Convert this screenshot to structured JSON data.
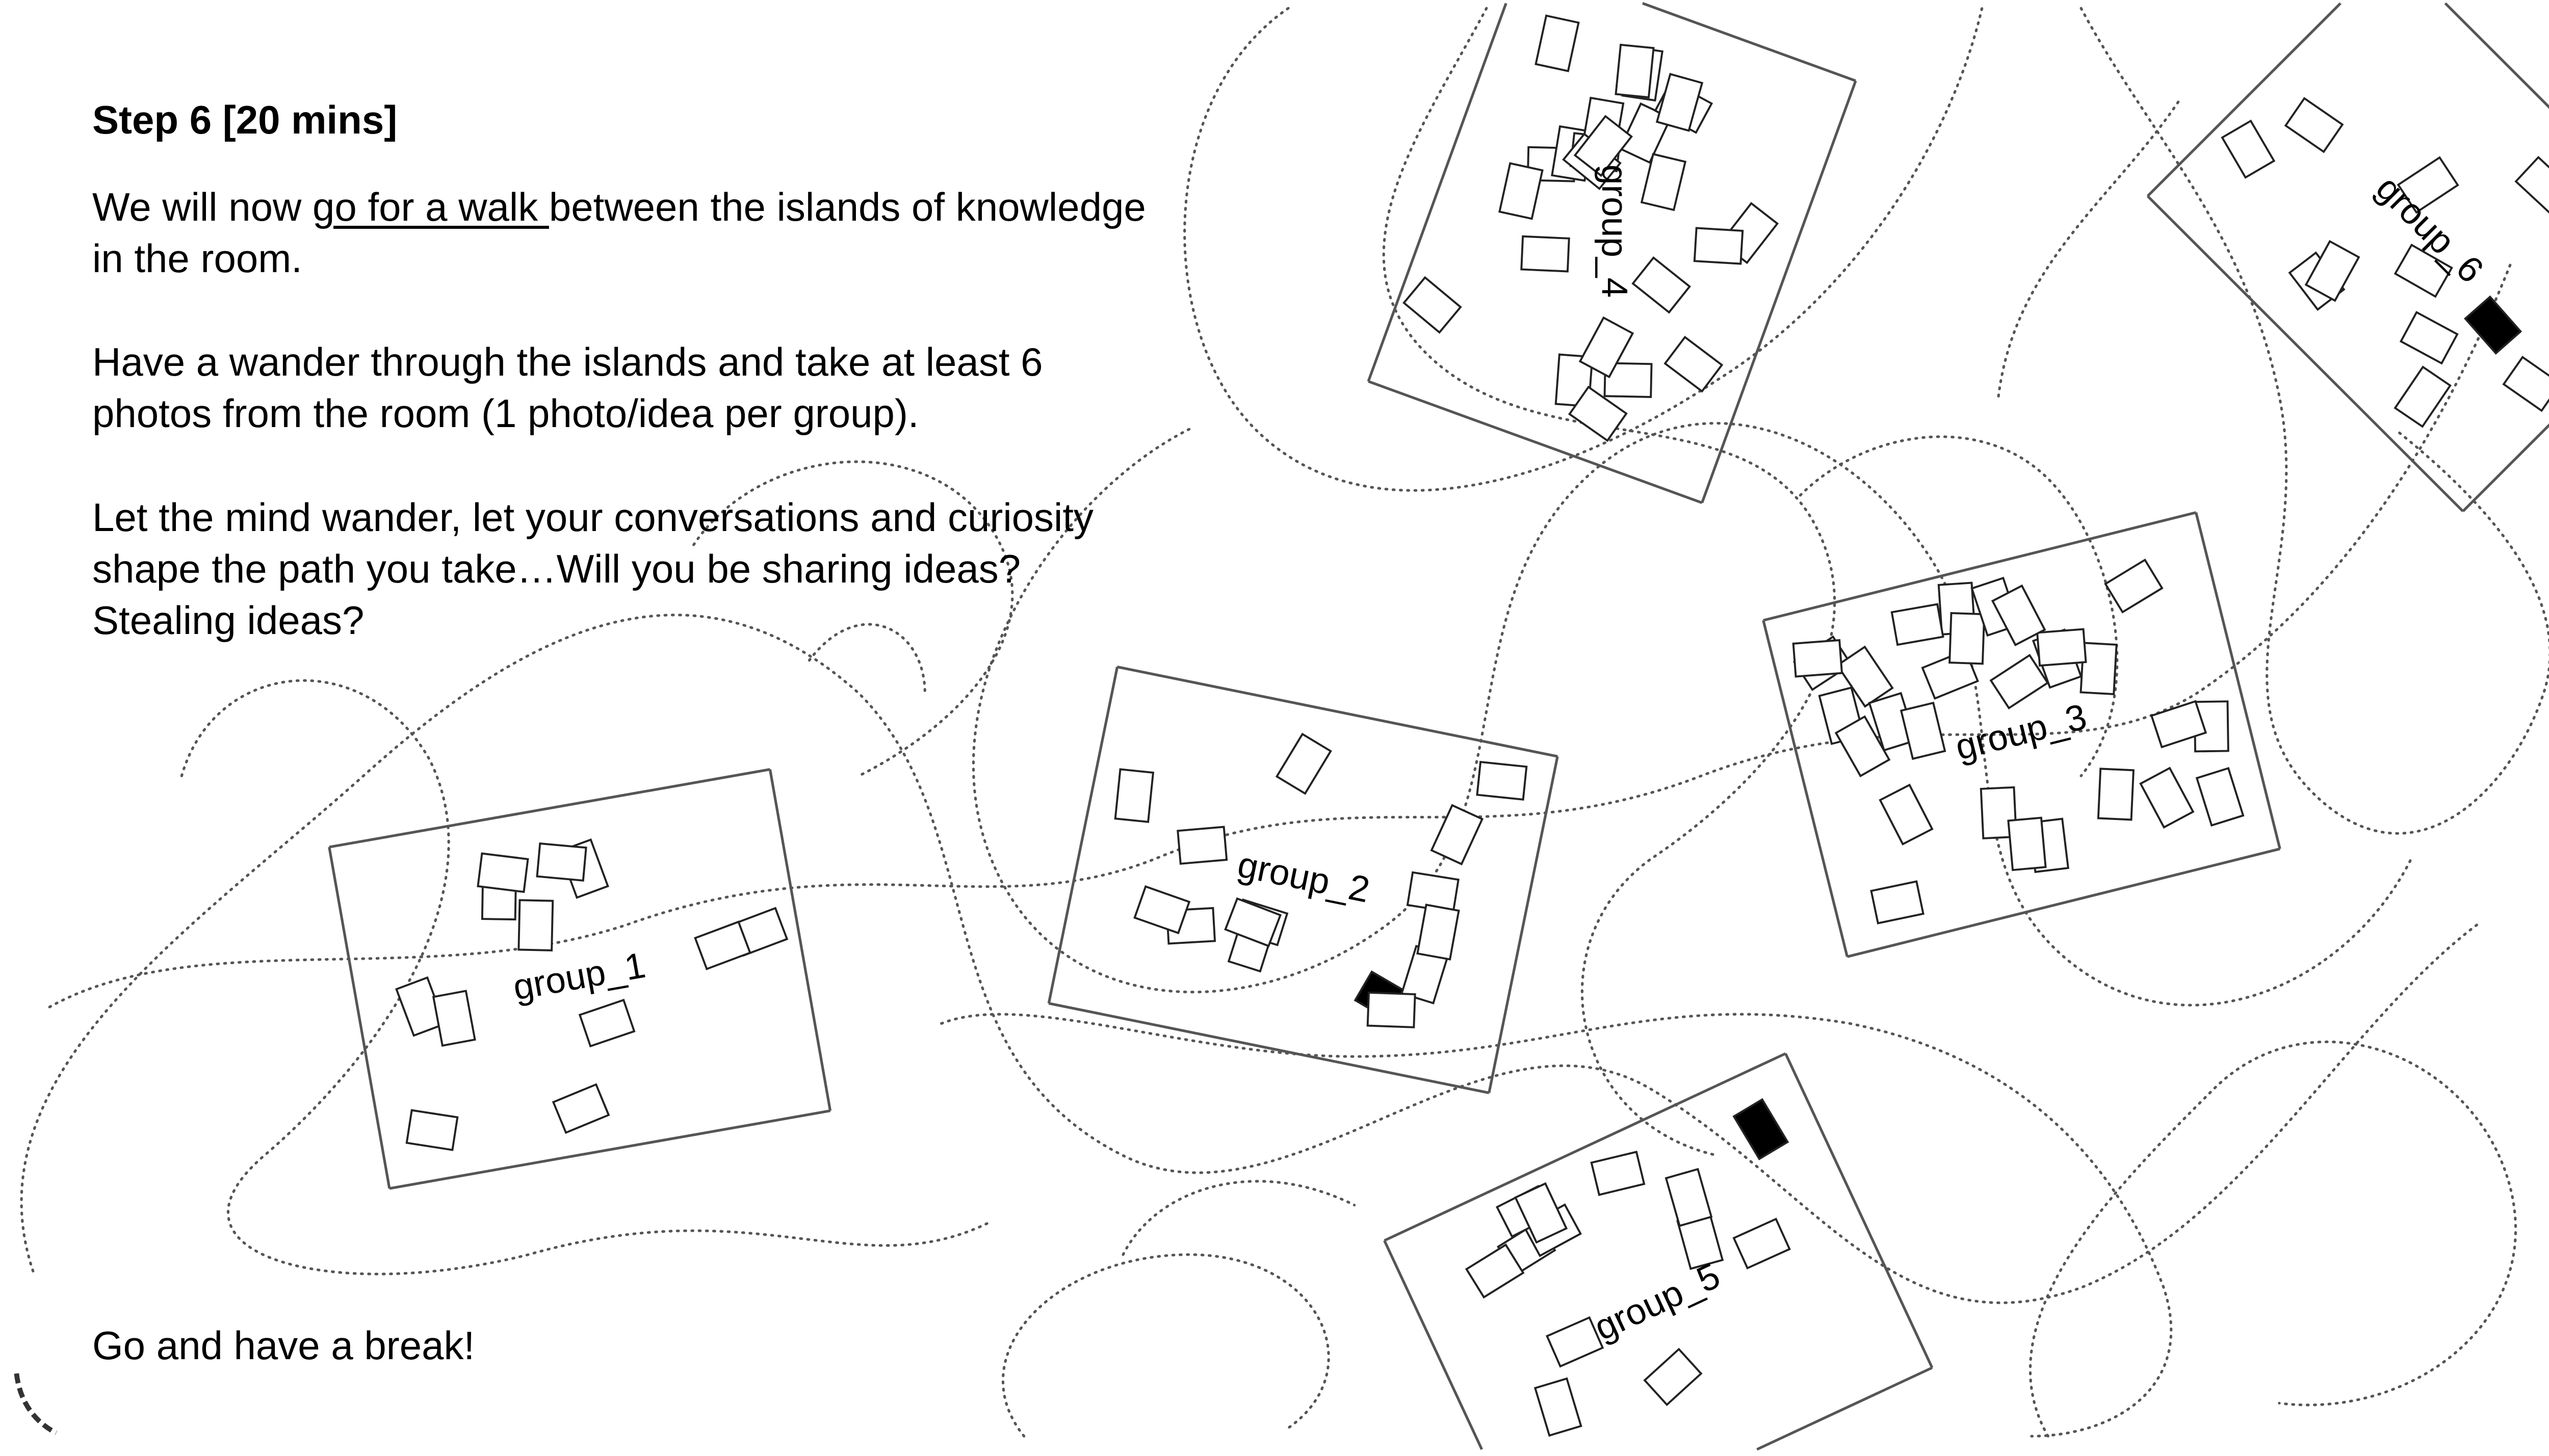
{
  "slide": {
    "title": "Step 6 [20 mins]",
    "paragraph1": {
      "before": "We will now ",
      "link": "go for a walk ",
      "after": "between the islands of knowledge in the room."
    },
    "paragraph2": "Have a wander through the islands and take at least 6 photos from the room (1 photo/idea per group).",
    "paragraph3": "Let the mind wander, let your conversations and curiosity shape the path you take…Will you be sharing ideas? Stealing ideas?",
    "closing": "Go and have a break!"
  },
  "groups": [
    {
      "label": "group_1"
    },
    {
      "label": "group_2"
    },
    {
      "label": "group_3"
    },
    {
      "label": "group_4"
    },
    {
      "label": "group_5"
    },
    {
      "label": "group_6"
    }
  ],
  "icons": {
    "loading": "loading-spinner-icon"
  }
}
